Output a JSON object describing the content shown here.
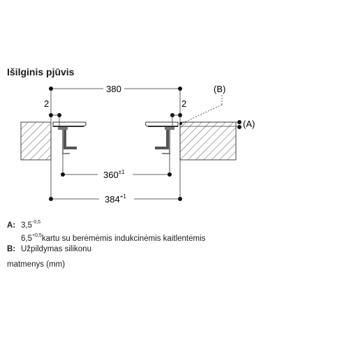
{
  "title": "Išilginis pjūvis",
  "dimensions": {
    "top_width": "380",
    "left_gap": "2",
    "right_gap": "2",
    "inner_width": "360",
    "inner_tol": "±1",
    "outer_width": "384",
    "outer_tol": "+1",
    "label_b": "(B)",
    "label_a": "(A)"
  },
  "legend": {
    "a_key": "A:",
    "a_line1_value": "3,5",
    "a_line1_tol": "-0,5",
    "a_line2_value": "6,5",
    "a_line2_tol": "+0,5",
    "a_line2_text": "kartu su berėmėmis indukcinėmis kaitlentėmis",
    "b_key": "B:",
    "b_text": "Užpildymas silikonu"
  },
  "units": "matmenys (mm)"
}
